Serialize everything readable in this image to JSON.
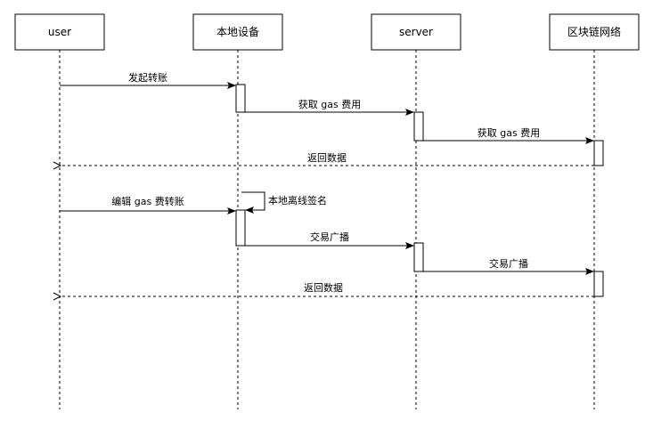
{
  "actors": [
    {
      "id": "user",
      "label": "user"
    },
    {
      "id": "device",
      "label": "本地设备"
    },
    {
      "id": "server",
      "label": "server"
    },
    {
      "id": "chain",
      "label": "区块链网络"
    }
  ],
  "messages": [
    {
      "id": "m1",
      "from": "user",
      "to": "device",
      "label": "发起转账",
      "style": "solid"
    },
    {
      "id": "m2",
      "from": "device",
      "to": "server",
      "label": "获取 gas 费用",
      "style": "solid"
    },
    {
      "id": "m3",
      "from": "server",
      "to": "chain",
      "label": "获取 gas 费用",
      "style": "solid"
    },
    {
      "id": "m4",
      "from": "chain",
      "to": "user",
      "label": "返回数据",
      "style": "dashed"
    },
    {
      "id": "m5",
      "from": "device",
      "to": "device",
      "label": "本地离线签名",
      "style": "solid"
    },
    {
      "id": "m6",
      "from": "user",
      "to": "device",
      "label": "编辑 gas 费转账",
      "style": "solid"
    },
    {
      "id": "m7",
      "from": "device",
      "to": "server",
      "label": "交易广播",
      "style": "solid"
    },
    {
      "id": "m8",
      "from": "server",
      "to": "chain",
      "label": "交易广播",
      "style": "solid"
    },
    {
      "id": "m9",
      "from": "chain",
      "to": "user",
      "label": "返回数据",
      "style": "dashed"
    }
  ],
  "colors": {
    "line": "#000000",
    "background": "#ffffff"
  }
}
